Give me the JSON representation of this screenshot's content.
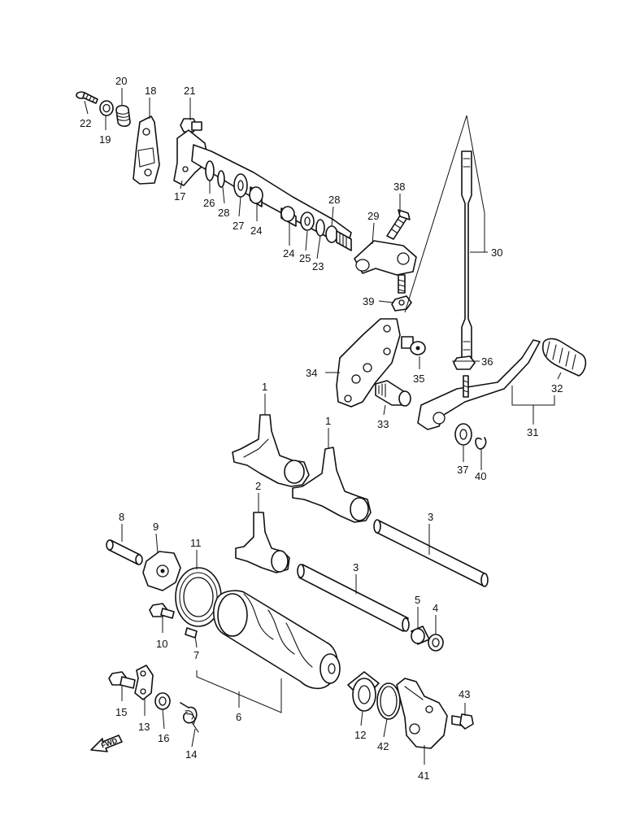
{
  "callouts": [
    {
      "id": "c22",
      "label": "22"
    },
    {
      "id": "c19",
      "label": "19"
    },
    {
      "id": "c20",
      "label": "20"
    },
    {
      "id": "c18",
      "label": "18"
    },
    {
      "id": "c21",
      "label": "21"
    },
    {
      "id": "c17",
      "label": "17"
    },
    {
      "id": "c26",
      "label": "26"
    },
    {
      "id": "c28a",
      "label": "28"
    },
    {
      "id": "c27",
      "label": "27"
    },
    {
      "id": "c24a",
      "label": "24"
    },
    {
      "id": "c28b",
      "label": "28"
    },
    {
      "id": "c24b",
      "label": "24"
    },
    {
      "id": "c25",
      "label": "25"
    },
    {
      "id": "c23",
      "label": "23"
    },
    {
      "id": "c29",
      "label": "29"
    },
    {
      "id": "c38",
      "label": "38"
    },
    {
      "id": "c39",
      "label": "39"
    },
    {
      "id": "c30",
      "label": "30"
    },
    {
      "id": "c34",
      "label": "34"
    },
    {
      "id": "c35",
      "label": "35"
    },
    {
      "id": "c36",
      "label": "36"
    },
    {
      "id": "c32",
      "label": "32"
    },
    {
      "id": "c33",
      "label": "33"
    },
    {
      "id": "c31",
      "label": "31"
    },
    {
      "id": "c37",
      "label": "37"
    },
    {
      "id": "c40",
      "label": "40"
    },
    {
      "id": "c1a",
      "label": "1"
    },
    {
      "id": "c1b",
      "label": "1"
    },
    {
      "id": "c2",
      "label": "2"
    },
    {
      "id": "c3a",
      "label": "3"
    },
    {
      "id": "c3b",
      "label": "3"
    },
    {
      "id": "c8",
      "label": "8"
    },
    {
      "id": "c9",
      "label": "9"
    },
    {
      "id": "c11",
      "label": "11"
    },
    {
      "id": "c5",
      "label": "5"
    },
    {
      "id": "c4",
      "label": "4"
    },
    {
      "id": "c10",
      "label": "10"
    },
    {
      "id": "c7",
      "label": "7"
    },
    {
      "id": "c6",
      "label": "6"
    },
    {
      "id": "c15",
      "label": "15"
    },
    {
      "id": "c13",
      "label": "13"
    },
    {
      "id": "c16",
      "label": "16"
    },
    {
      "id": "c14",
      "label": "14"
    },
    {
      "id": "c12",
      "label": "12"
    },
    {
      "id": "c42",
      "label": "42"
    },
    {
      "id": "c43",
      "label": "43"
    },
    {
      "id": "c41",
      "label": "41"
    }
  ],
  "fwd_label": "FWD"
}
